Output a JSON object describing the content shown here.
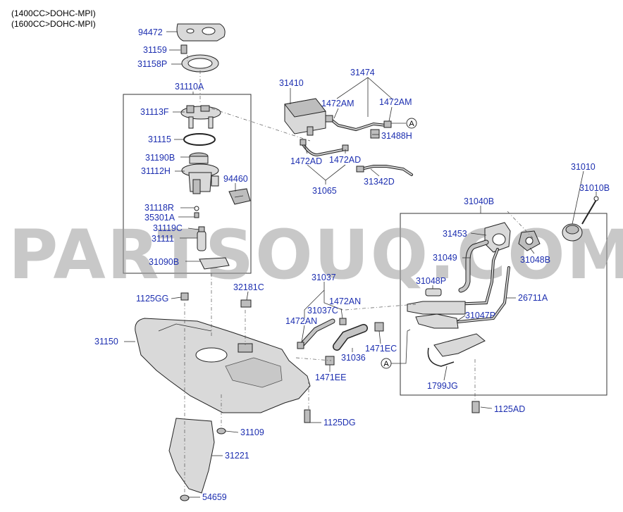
{
  "header": {
    "line1": "(1400CC>DOHC-MPI)",
    "line2": "(1600CC>DOHC-MPI)"
  },
  "watermark": "PARTSOUQ.COM",
  "ref_marker": "A",
  "colors": {
    "label": "#1d2fb0",
    "line": "#333333",
    "watermark": "#9a9a9a"
  },
  "labels": {
    "p94472": "94472",
    "p31159": "31159",
    "p31158P": "31158P",
    "p31110A": "31110A",
    "p31113F": "31113F",
    "p31115": "31115",
    "p31190B": "31190B",
    "p31112H": "31112H",
    "p94460": "94460",
    "p31118R": "31118R",
    "p35301A": "35301A",
    "p31119C": "31119C",
    "p31111": "31111",
    "p31090B": "31090B",
    "p31410": "31410",
    "p31474": "31474",
    "p1472AM_a": "1472AM",
    "p1472AM_b": "1472AM",
    "p31488H": "31488H",
    "p1472AD_a": "1472AD",
    "p1472AD_b": "1472AD",
    "p31065": "31065",
    "p31342D": "31342D",
    "p31010": "31010",
    "p31010B": "31010B",
    "p31040B": "31040B",
    "p31453": "31453",
    "p31049": "31049",
    "p31048B": "31048B",
    "p31048P": "31048P",
    "p26711A": "26711A",
    "p31047P": "31047P",
    "p1799JG": "1799JG",
    "p1125AD": "1125AD",
    "p1125GG": "1125GG",
    "p32181C": "32181C",
    "p31037": "31037",
    "p31037C": "31037C",
    "p1472AN_a": "1472AN",
    "p1472AN_b": "1472AN",
    "p31036": "31036",
    "p1471EC": "1471EC",
    "p1471EE": "1471EE",
    "p31150": "31150",
    "p1125DG": "1125DG",
    "p31109": "31109",
    "p31221": "31221",
    "p54659": "54659"
  }
}
